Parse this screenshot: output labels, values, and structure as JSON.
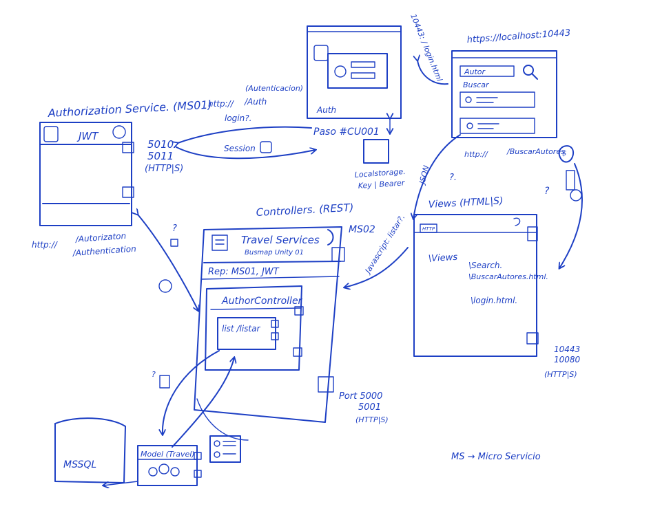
{
  "auth_service": {
    "title": "Authorization Service. (MS01)",
    "header": "JWT",
    "ports": [
      "5010",
      "5011",
      "(HTTP|S)"
    ],
    "urls": [
      "http://",
      "/Autorizaton",
      "/Authentication"
    ]
  },
  "auth_screen": {
    "label": "Auth",
    "side_note": "10443: / login.html",
    "request_notes": [
      "http://",
      "(Autenticacion)",
      "/Auth",
      "login?."
    ]
  },
  "step": {
    "label": "Paso #CU001"
  },
  "session": {
    "label": "Session"
  },
  "local_storage": {
    "lines": [
      "Localstorage.",
      "Key | Bearer"
    ]
  },
  "browser": {
    "url": "https://localhost:10443",
    "field_value": "Autor",
    "label": "Buscar"
  },
  "search_request": {
    "left": "http://",
    "right": "/BuscarAutores"
  },
  "controllers": {
    "heading": "Controllers. (REST)",
    "service_title": "Travel Services",
    "service_subtitle": "Busmap Unity 01",
    "ms_label": "MS02",
    "rep": "Rep: MS01, JWT",
    "author_controller": "AuthorController",
    "method": "list /listar",
    "ports": [
      "Port 5000",
      "5001",
      "(HTTP|S)"
    ]
  },
  "views": {
    "heading": "Views (HTML|S)",
    "badge": "HTTP",
    "paths": [
      "\\Views",
      "\\Search.",
      "\\BuscarAutores.html.",
      "\\login.html."
    ],
    "ports": [
      "10443",
      "10080",
      "(HTTP|S)"
    ]
  },
  "javascript_note": {
    "label": "Javascript: listar?.",
    "json": "JSON"
  },
  "question_marks": [
    "?",
    "?",
    "?.",
    "?"
  ],
  "database": {
    "label": "MSSQL"
  },
  "model": {
    "label": "Model (Travel)"
  },
  "legend": {
    "text": "MS → Micro Servicio"
  },
  "colors": {
    "ink": "#1d3fc4",
    "paper": "#ffffff"
  }
}
